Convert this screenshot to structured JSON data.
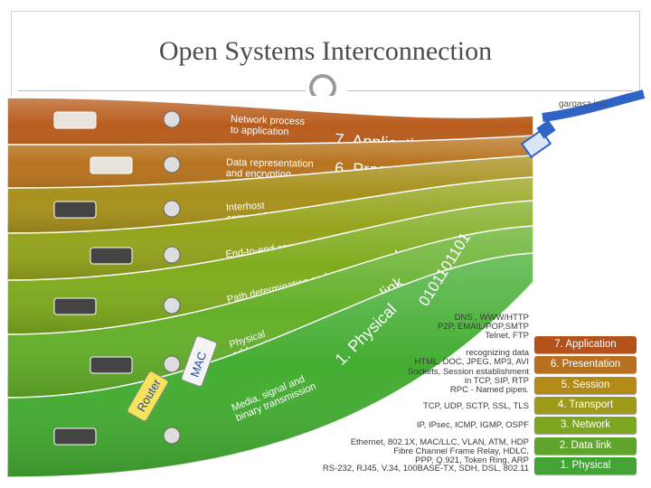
{
  "slide": {
    "title": "Open Systems Interconnection",
    "watermark": "gargasz.info"
  },
  "layers": [
    {
      "number": "7",
      "name": "7. Application",
      "function": "Network process to application",
      "color": "#b85c1c",
      "protocols": "DNS , WWW/HTTP\nP2P, EMAIL/POP,SMTP\nTelnet, FTP"
    },
    {
      "number": "6",
      "name": "6. Presentation",
      "function": "Data representation and encryption",
      "color": "#b8741f",
      "protocols": "recognizing data\nHTML, DOC, JPEG, MP3, AVI"
    },
    {
      "number": "5",
      "name": "5. Session",
      "function": "Interhost communication",
      "color": "#a7901c",
      "protocols": "Sockets, Session establishment\nin TCP, SIP, RTP\nRPC - Named pipes."
    },
    {
      "number": "4",
      "name": "4. Transport",
      "function": "End-to-end connections and reliability",
      "color": "#95a41c",
      "protocols": "TCP, UDP, SCTP, SSL, TLS"
    },
    {
      "number": "3",
      "name": "3. Network",
      "function": "Path determination and logical addressing",
      "color": "#7fac1e",
      "protocols": "IP, IPsec, ICMP, IGMP, OSPF"
    },
    {
      "number": "2",
      "name": "2. Data link",
      "function": "Physical addressing",
      "color": "#64b02a",
      "protocols": "Ethernet, 802.1X, MAC/LLC, VLAN, ATM, HDP\nFibre Channel Frame Relay, HDLC,\nPPP, Q.921, Token Ring, ARP"
    },
    {
      "number": "1",
      "name": "1. Physical",
      "function": "Media, signal and binary transmission",
      "color": "#44ad32",
      "protocols": "RS-232, RJ45, V.34, 100BASE-TX, SDH, DSL, 802.11"
    }
  ],
  "legend": [
    "7. Application",
    "6. Presentation",
    "5. Session",
    "4. Transport",
    "3. Network",
    "2. Data link",
    "1. Physical"
  ],
  "legend_colors": [
    "#b4521b",
    "#b7701e",
    "#b38a16",
    "#9e9a1a",
    "#7ea51f",
    "#5fa52c",
    "#43a334"
  ],
  "binary": "0101101101",
  "tags": [
    "MAC",
    "Router"
  ]
}
